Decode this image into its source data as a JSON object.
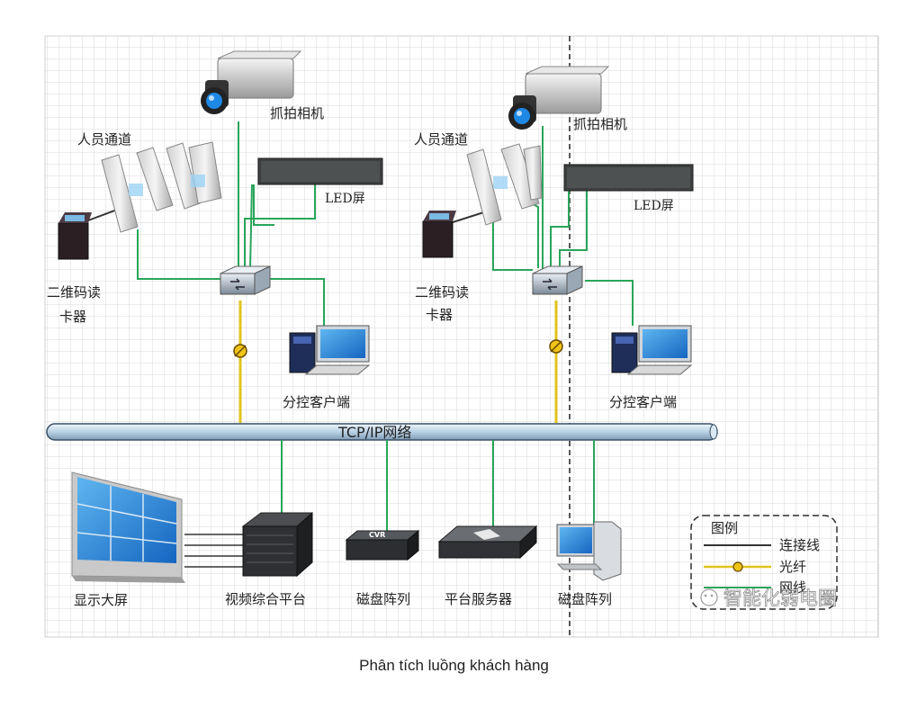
{
  "colors": {
    "network": "#2aa55a",
    "fiber": "#e2c31c",
    "connection": "#333333",
    "grid": "#d6d6d6",
    "bus_fill": "#c7dbea",
    "bus_stroke": "#3a4f66"
  },
  "left_group": {
    "camera_label": "抓拍相机",
    "gate_label": "人员通道",
    "led_label": "LED屏",
    "reader_label_line1": "二维码读",
    "reader_label_line2": "卡器",
    "client_label": "分控客户端"
  },
  "right_group": {
    "camera_label": "抓拍相机",
    "gate_label": "人员通道",
    "led_label": "LED屏",
    "reader_label_line1": "二维码读",
    "reader_label_line2": "卡器",
    "client_label": "分控客户端"
  },
  "network_bus_label": "TCP/IP网络",
  "bottom": {
    "display_wall_label": "显示大屏",
    "video_platform_label": "视频综合平台",
    "cvr_label": "磁盘阵列",
    "cvr_device_text": "CVR",
    "server_label": "平台服务器",
    "disk_array_label": "磁盘阵列"
  },
  "legend": {
    "title": "图例",
    "items": [
      {
        "name": "连接线",
        "style": "connection"
      },
      {
        "name": "光纤",
        "style": "fiber"
      },
      {
        "name": "网线",
        "style": "network"
      }
    ]
  },
  "watermark": "智能化弱电圈",
  "caption": "Phân tích luồng khách hàng"
}
